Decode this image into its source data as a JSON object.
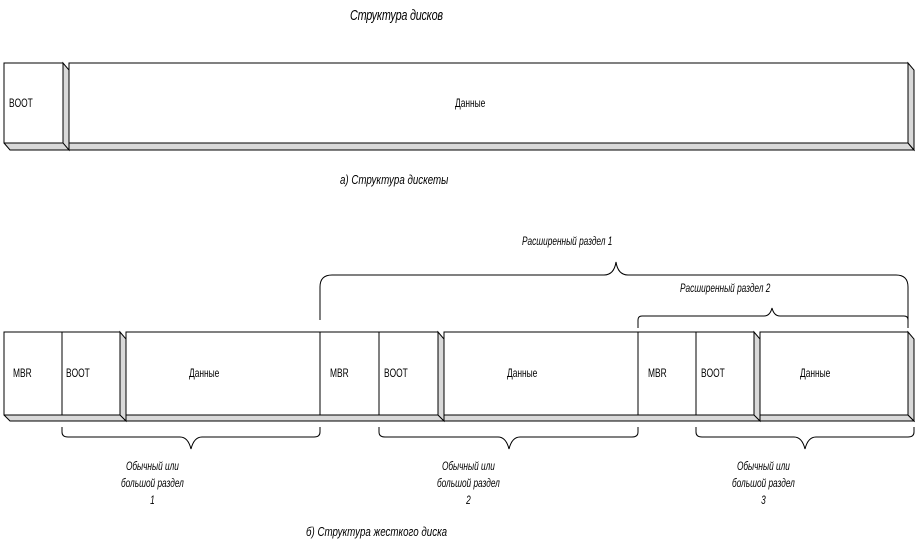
{
  "title": "Структура дисков",
  "floppy": {
    "boot": "BOOT",
    "data": "Данные",
    "caption": "а) Структура дискеты"
  },
  "hdd": {
    "caption": "б) Структура жесткого диска",
    "ext1": "Расширенный раздел 1",
    "ext2": "Расширенный раздел 2",
    "groups": [
      {
        "mbr": "MBR",
        "boot": "BOOT",
        "data": "Данные",
        "part": "Обычный или большой раздел 1"
      },
      {
        "mbr": "MBR",
        "boot": "BOOT",
        "data": "Данные",
        "part": "Обычный или большой раздел 2"
      },
      {
        "mbr": "MBR",
        "boot": "BOOT",
        "data": "Данные",
        "part": "Обычный или большой раздел 3"
      }
    ]
  }
}
